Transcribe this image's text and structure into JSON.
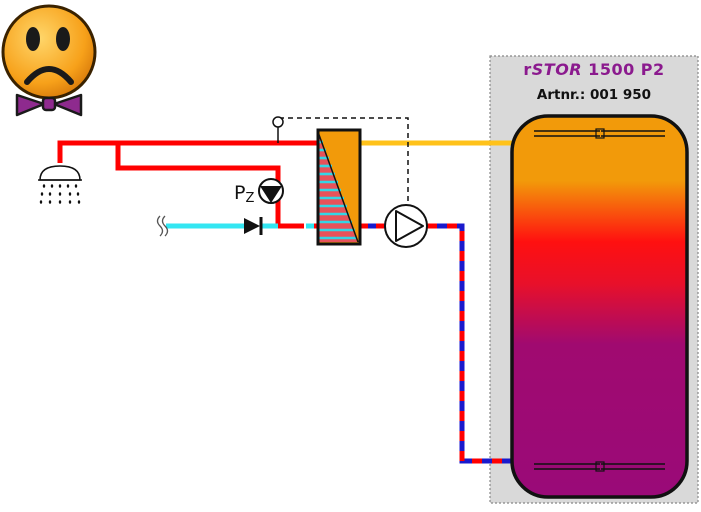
{
  "tank": {
    "title_prefix": "r",
    "title_italic": "STOR",
    "title_suffix": " 1500 P2",
    "artnr": "Artnr.: 001 950"
  },
  "pump_label": {
    "main": "P",
    "sub": "Z"
  },
  "icons": {
    "status": "sad-face-bowtie-icon",
    "shower": "shower-icon",
    "cold_water_inlet": "cold-water-inlet-icon",
    "check_valve": "check-valve-icon",
    "circulation_pump": "circulation-pump-icon",
    "heat_exchanger": "heat-exchanger-icon",
    "charge_pump": "charge-pump-icon",
    "temperature_sensor": "temperature-sensor-icon"
  },
  "colors": {
    "hot_line": "#ff0000",
    "cold_line": "#33e6f2",
    "return_line": "#1a1acc",
    "supply_line": "#ffc21a",
    "tank_hot": "#f29a0a",
    "tank_mid": "#ff1a1a",
    "tank_cold": "#9a0a78",
    "bowtie": "#8e2a8e"
  }
}
